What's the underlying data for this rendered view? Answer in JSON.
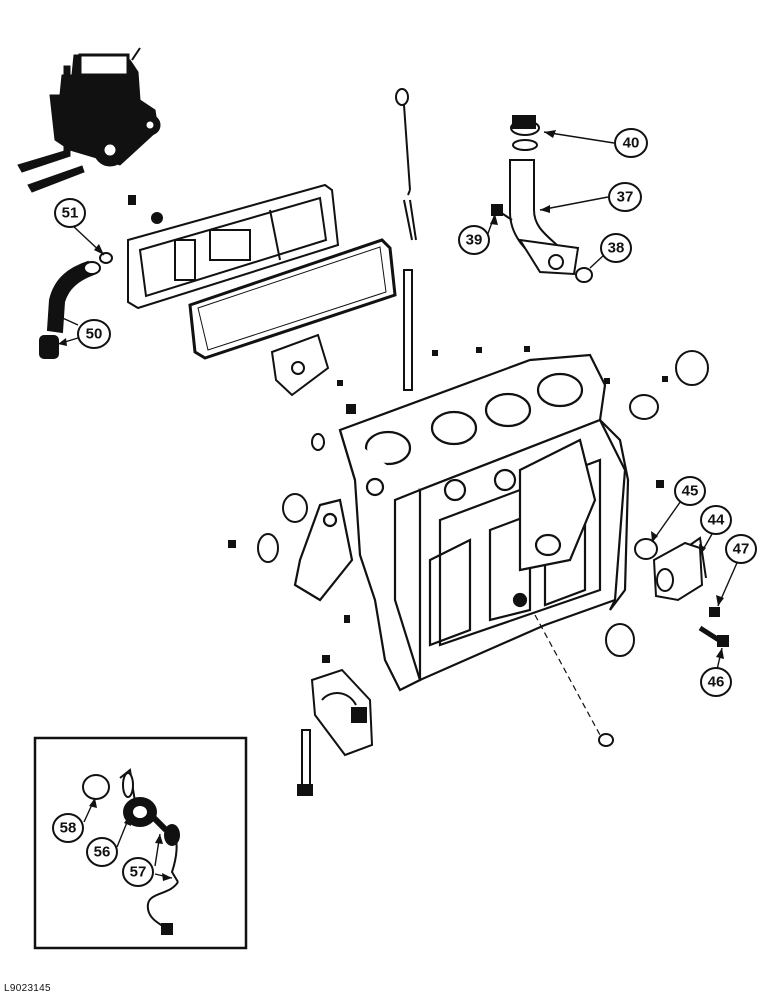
{
  "diagram": {
    "reference_code": "L9023145",
    "callouts": {
      "c37": "37",
      "c38": "38",
      "c39": "39",
      "c40": "40",
      "c44": "44",
      "c45": "45",
      "c46": "46",
      "c47": "47",
      "c50": "50",
      "c51": "51",
      "c56": "56",
      "c57": "57",
      "c58": "58"
    }
  }
}
